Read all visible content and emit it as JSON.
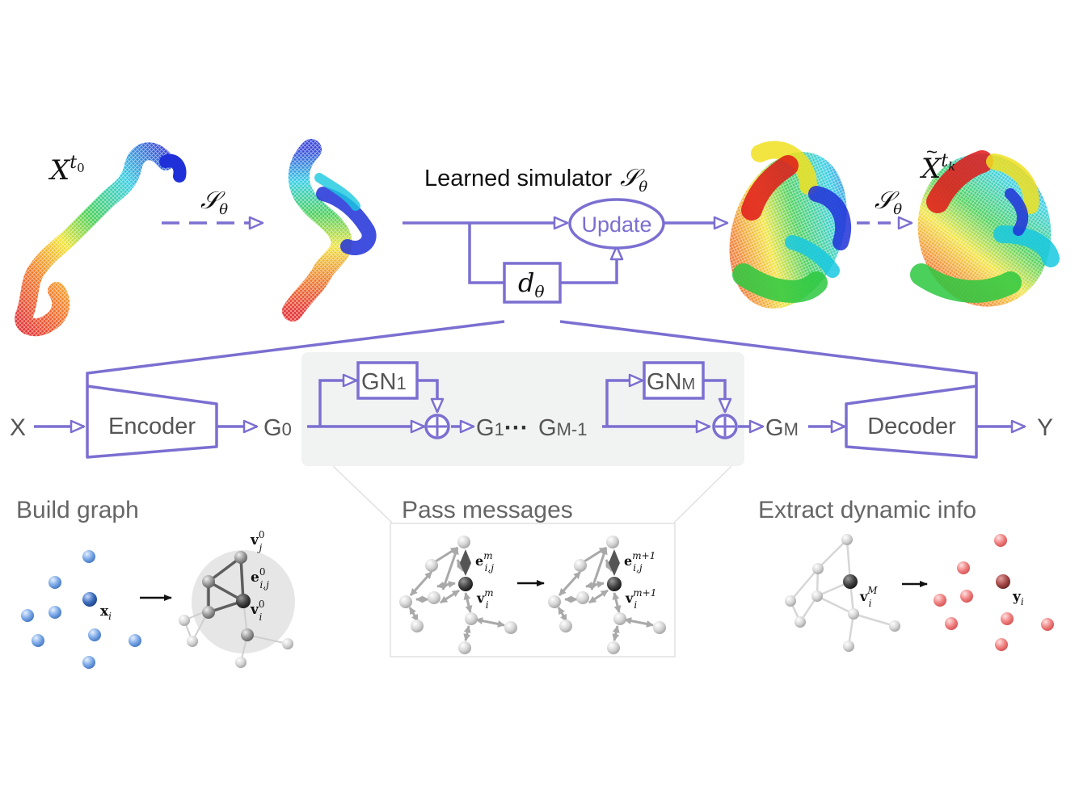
{
  "colors": {
    "accent": "#7b6fd1",
    "panel": "#f1f2f2",
    "node_gray": "#cfcfcf",
    "node_blue": "#6e9fe3",
    "node_red": "#f07a7a"
  },
  "top": {
    "x_t0_base": "X",
    "x_t0_sup": "t",
    "x_t0_sub": "0",
    "s_theta_left": "𝒮",
    "s_theta_right": "𝒮",
    "theta": "θ",
    "learned_simulator": "Learned simulator",
    "learned_simulator_symbol": "𝒮",
    "update_label": "Update",
    "d_theta_base": "d",
    "x_tk_base": "X",
    "x_tk_sup": "t",
    "x_tk_sub": "k",
    "x_tk_tilde": "~"
  },
  "pipeline": {
    "input": "X",
    "encoder": "Encoder",
    "g0": "G",
    "g0_sub": "0",
    "gn1": "GN",
    "gn1_sub": "1",
    "g1": "G",
    "g1_sub": "1",
    "dots": "···",
    "gm1": "G",
    "gm1_sub": "M-1",
    "gnm": "GN",
    "gnm_sub": "M",
    "gm": "G",
    "gm_sub": "M",
    "decoder": "Decoder",
    "output": "Y"
  },
  "captions": {
    "build_graph": "Build graph",
    "pass_messages": "Pass messages",
    "extract_dynamic": "Extract dynamic info"
  },
  "graph_labels": {
    "x_i": "x",
    "x_i_sub": "i",
    "v_j0": "v",
    "v_j0_sub": "j",
    "v_j0_sup": "0",
    "e_ij0": "e",
    "e_ij0_sub": "i,j",
    "e_ij0_sup": "0",
    "v_i0": "v",
    "v_i0_sub": "i",
    "v_i0_sup": "0",
    "e_ijm": "e",
    "e_ijm_sub": "i,j",
    "e_ijm_sup": "m",
    "v_im": "v",
    "v_im_sub": "i",
    "v_im_sup": "m",
    "e_ijm1": "e",
    "e_ijm1_sub": "i,j",
    "e_ijm1_sup": "m+1",
    "v_im1": "v",
    "v_im1_sub": "i",
    "v_im1_sup": "m+1",
    "v_iM": "v",
    "v_iM_sub": "i",
    "v_iM_sup": "M",
    "y_i": "y",
    "y_i_sub": "i"
  }
}
